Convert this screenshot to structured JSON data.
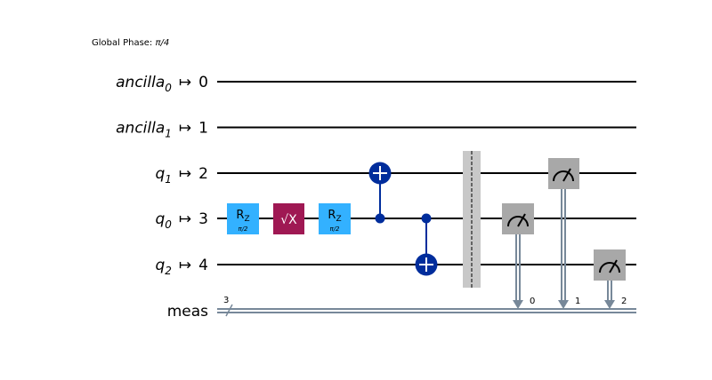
{
  "global_phase": {
    "label": "Global Phase: ",
    "value": "π/4"
  },
  "qubits": [
    {
      "reg": "ancilla",
      "sub": "0",
      "arrow": "↦",
      "index": "0"
    },
    {
      "reg": "ancilla",
      "sub": "1",
      "arrow": "↦",
      "index": "1"
    },
    {
      "reg": "q",
      "sub": "1",
      "arrow": "↦",
      "index": "2"
    },
    {
      "reg": "q",
      "sub": "0",
      "arrow": "↦",
      "index": "3"
    },
    {
      "reg": "q",
      "sub": "2",
      "arrow": "↦",
      "index": "4"
    }
  ],
  "classical": {
    "label": "meas",
    "width": "3"
  },
  "gates": {
    "rz1": {
      "name": "R",
      "sub": "Z",
      "param": "π/2"
    },
    "sx": {
      "name": "√X"
    },
    "rz2": {
      "name": "R",
      "sub": "Z",
      "param": "π/2"
    }
  },
  "measure_bits": [
    "0",
    "1",
    "2"
  ],
  "colors": {
    "rz": "#33b1ff",
    "sx": "#9f1853",
    "cnot": "#002d9c",
    "measure": "#a8a8a8",
    "barrier": "#c8c8c8",
    "classical_wire": "#778899"
  }
}
